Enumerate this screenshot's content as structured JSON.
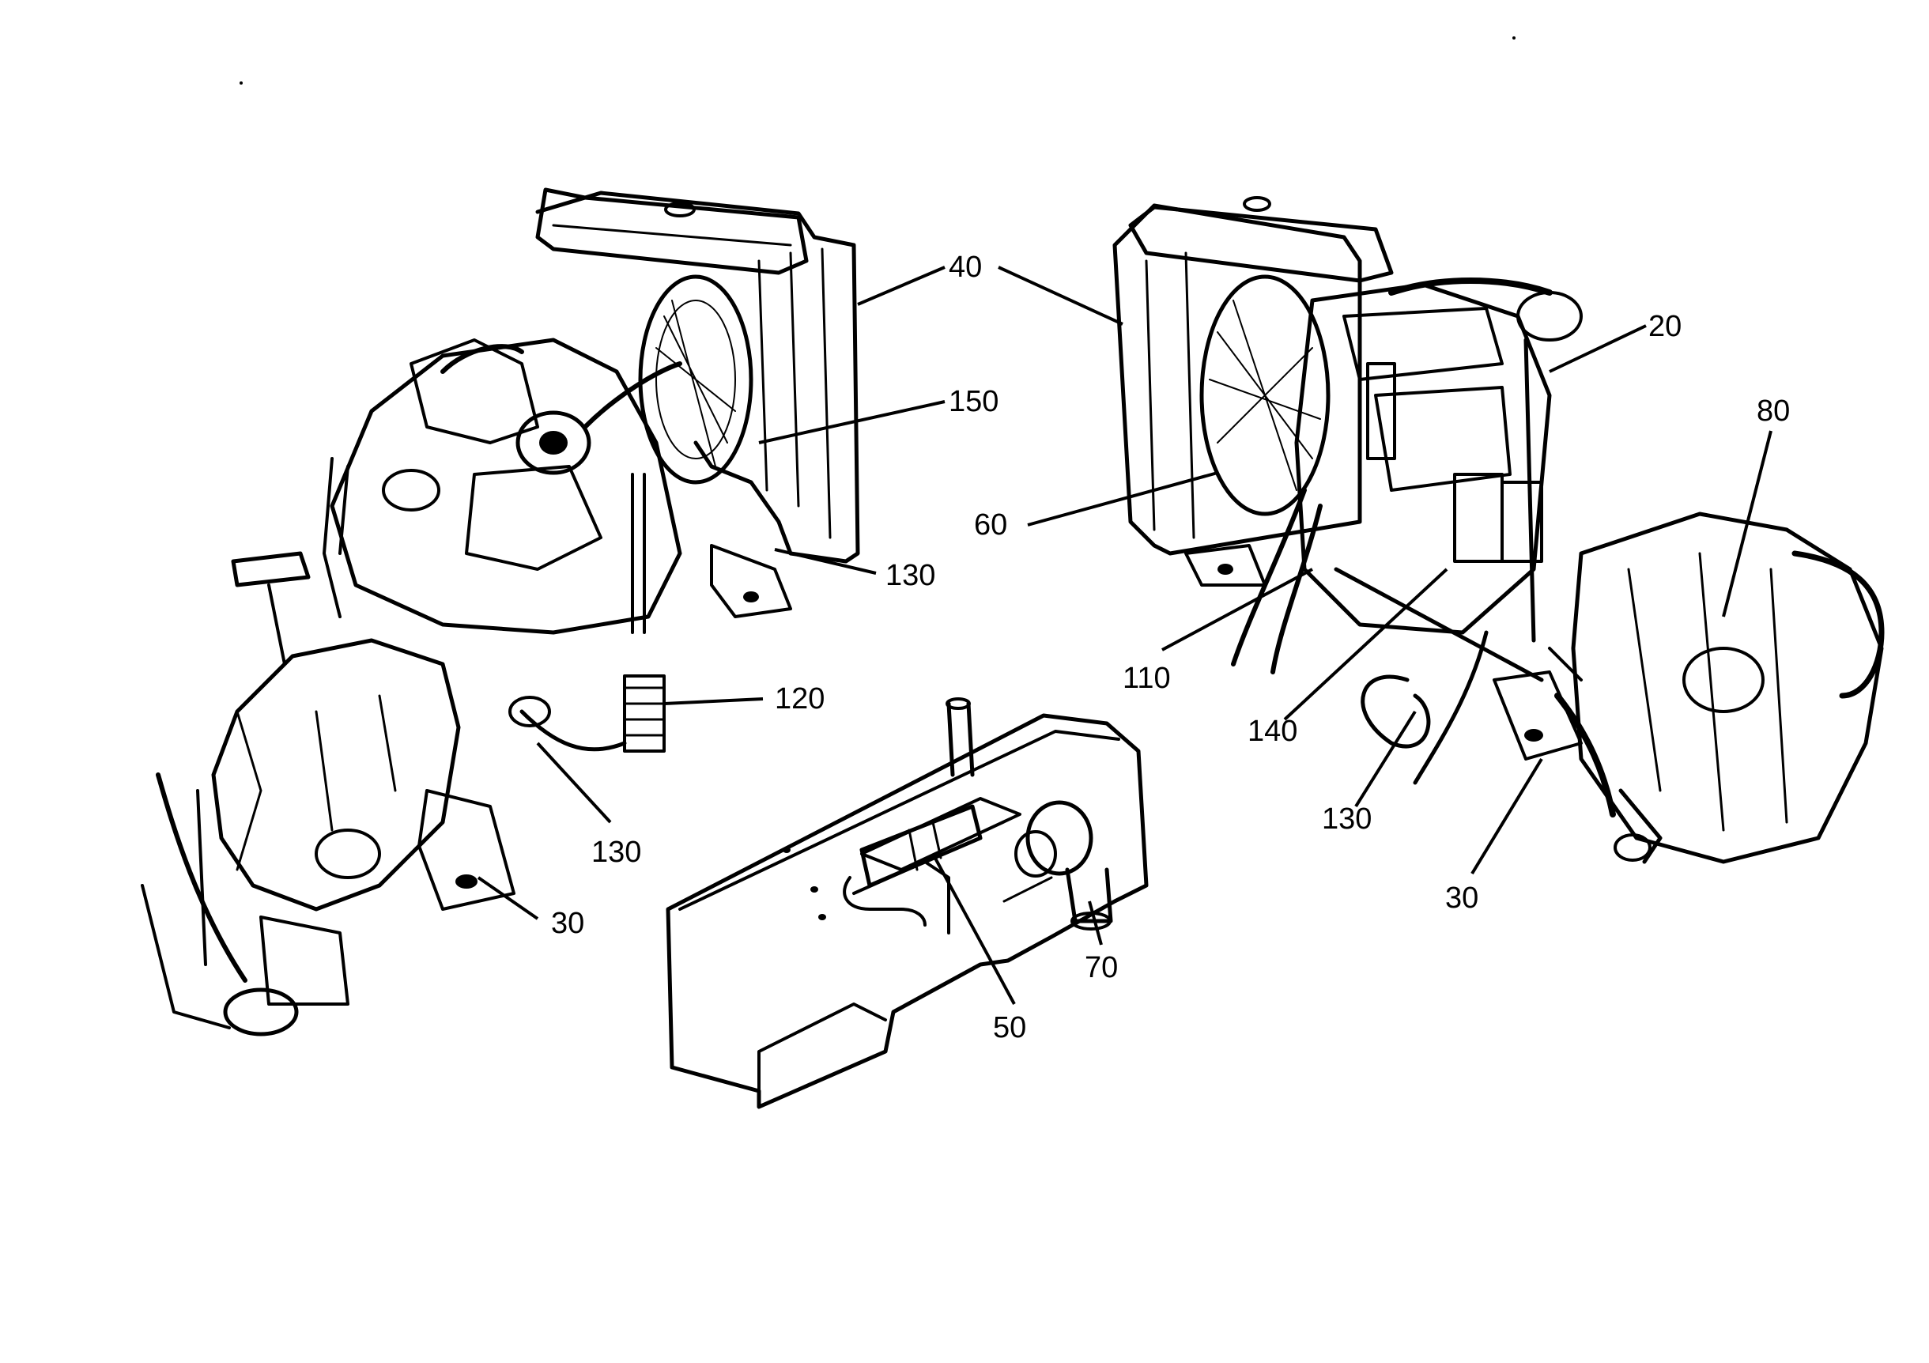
{
  "colors": {
    "ink": "#000000",
    "paper": "#ffffff"
  },
  "callouts": {
    "c40": "40",
    "c20": "20",
    "c150": "150",
    "c80": "80",
    "c60": "60",
    "c130_left_upper": "130",
    "c110": "110",
    "c140": "140",
    "c120": "120",
    "c130_right": "130",
    "c130_left_lower": "130",
    "c30_left": "30",
    "c30_right": "30",
    "c70": "70",
    "c50": "50"
  }
}
